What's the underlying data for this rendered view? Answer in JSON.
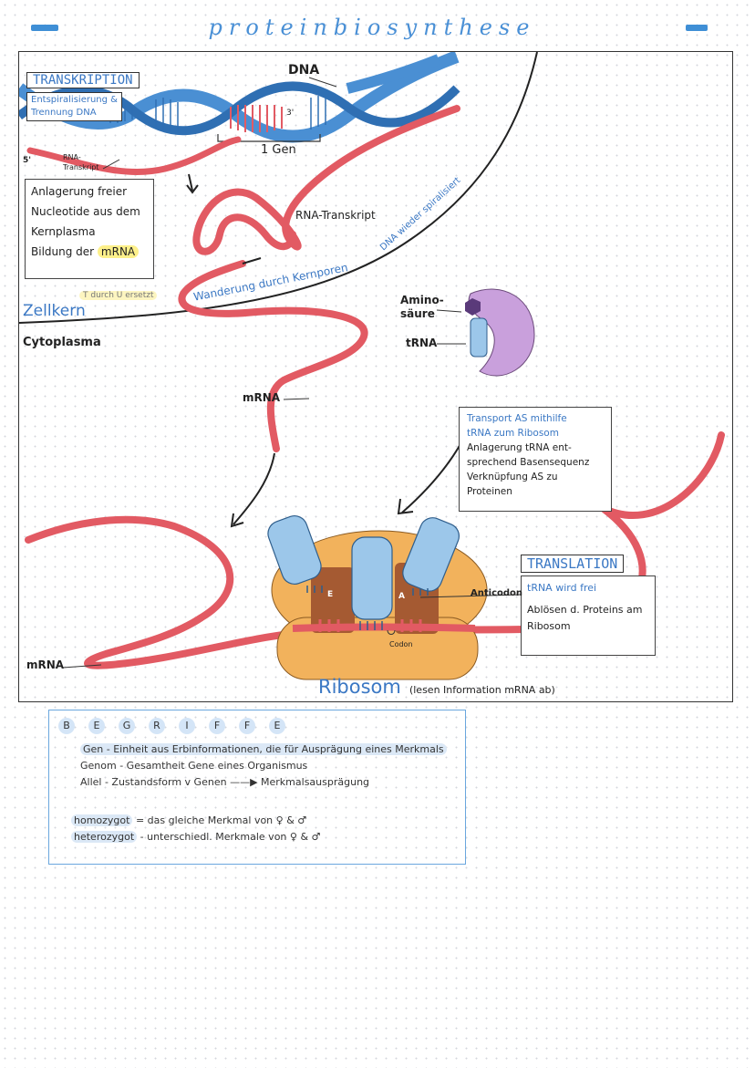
{
  "title": "proteinbiosynthese",
  "diagram": {
    "transkription_heading": "TRANSKRIPTION",
    "transkription_sub_1": "Entspiralisierung &",
    "transkription_sub_2": "Trennung DNA",
    "dna_label": "DNA",
    "three_prime": "3'",
    "five_prime": "5'",
    "gene_label": "1 Gen",
    "rna_transkript_small_1": "RNA-",
    "rna_transkript_small_2": "Transkript",
    "rna_transkript_label": "RNA-Transkript",
    "box1_line1": "Anlagerung freier",
    "box1_line2": "Nucleotide aus dem",
    "box1_line3": "Kernplasma",
    "box1_line4_prefix": "Bildung der",
    "box1_line4_highlight": "mRNA",
    "t_durch_u": "T durch U ersetzt",
    "zellkern": "Zellkern",
    "cytoplasma": "Cytoplasma",
    "wanderung": "Wanderung durch Kernporen",
    "dna_spiral": "DNA wieder spiralisiert",
    "aminosaeure_1": "Amino-",
    "aminosaeure_2": "säure",
    "trna": "tRNA",
    "mrna_mid": "mRNA",
    "mrna_bottom": "mRNA",
    "transport_1": "Transport AS mithilfe",
    "transport_2": "tRNA zum Ribosom",
    "transport_3": "Anlagerung tRNA ent-",
    "transport_4": "sprechend Basensequenz",
    "transport_5": "Verknüpfung AS zu",
    "transport_6": "Proteinen",
    "translation_heading": "TRANSLATION",
    "translation_1": "tRNA wird frei",
    "translation_2": "Ablösen d. Proteins am",
    "translation_3": "Ribosom",
    "anticodon": "Anticodon",
    "site_e": "E",
    "site_a": "A",
    "codon": "Codon",
    "ribosom": "Ribosom",
    "ribosom_note": "(lesen Information mRNA ab)"
  },
  "glossary": {
    "letters": [
      "B",
      "E",
      "G",
      "R",
      "I",
      "F",
      "F",
      "E"
    ],
    "gen": "Gen - Einheit aus Erbinformationen, die für Ausprägung eines Merkmals",
    "genom": "Genom - Gesamtheit Gene eines Organismus",
    "allel_prefix": "Allel - Zustandsform v Genen",
    "allel_suffix": "Merkmalsausprägung",
    "homozygot_term": "homozygot",
    "homozygot_def": "= das gleiche Merkmal von ♀ & ♂",
    "heterozygot_term": "heterozygot",
    "heterozygot_def": "- unterschiedl. Merkmale von ♀ & ♂"
  },
  "colors": {
    "title_blue": "#4a90d6",
    "rna_red": "#e25a63",
    "dna_blue": "#4a8fd3",
    "trna_blue": "#9cc7ea",
    "ribosom_orange": "#f2b25c",
    "ribosom_brown": "#a55a32",
    "aminosaeure_purple": "#c9a0dc",
    "highlight_yellow": "#fdf08a"
  }
}
